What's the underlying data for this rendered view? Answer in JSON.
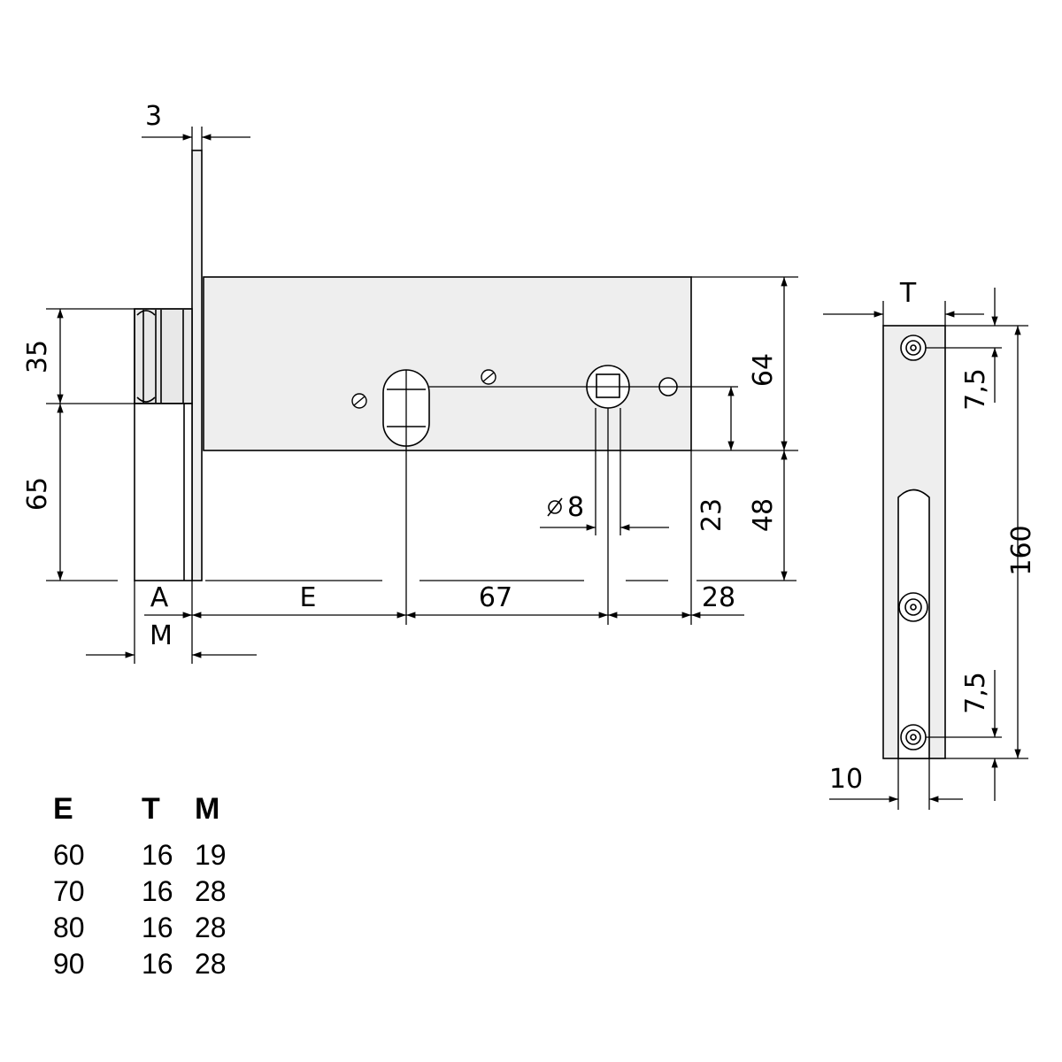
{
  "dimensions": {
    "faceplate_thickness": "3",
    "bolt_height": "35",
    "lower_height": "65",
    "a_label": "A",
    "m_label": "M",
    "e_label": "E",
    "spindle_to_cylinder": "67",
    "back_offset": "28",
    "case_height": "64",
    "lower_to_keyhole": "23",
    "lower_to_bottom": "48",
    "hole_diameter": "8",
    "strike_t_label": "T",
    "strike_top_offset": "7,5",
    "strike_bottom_offset": "7,5",
    "strike_height": "160",
    "strike_width": "10"
  },
  "table": {
    "headers": [
      "E",
      "T",
      "M"
    ],
    "rows": [
      [
        "60",
        "16",
        "19"
      ],
      [
        "70",
        "16",
        "28"
      ],
      [
        "80",
        "16",
        "28"
      ],
      [
        "90",
        "16",
        "28"
      ]
    ]
  },
  "colors": {
    "line": "#000000",
    "fill": "#eeeeee",
    "background": "#ffffff"
  }
}
